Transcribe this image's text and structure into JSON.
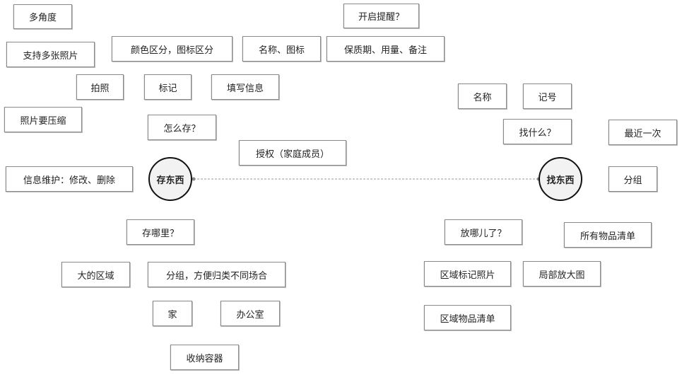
{
  "left_hub": {
    "label": "存东西"
  },
  "right_hub": {
    "label": "找东西"
  },
  "nodes": {
    "multi_angle": "多角度",
    "multi_photo": "支持多张照片",
    "color_icon": "颜色区分，图标区分",
    "name_icon": "名称、图标",
    "reminder": "开启提醒？",
    "shelf_life": "保质期、用量、备注",
    "photo": "拍照",
    "mark": "标记",
    "fill_info": "填写信息",
    "compress": "照片要压缩",
    "how_store": "怎么存？",
    "authorize": "授权（家庭成员）",
    "maintain": "信息维护：修改、删除",
    "where_store": "存哪里？",
    "big_area": "大的区域",
    "group_scene": "分组，方便归类不同场合",
    "home": "家",
    "office": "办公室",
    "container": "收纳容器",
    "name": "名称",
    "code": "记号",
    "find_what": "找什么？",
    "recent": "最近一次",
    "group": "分组",
    "where_put": "放哪儿了？",
    "all_list": "所有物品清单",
    "area_photo": "区域标记照片",
    "zoom": "局部放大图",
    "area_list": "区域物品清单"
  }
}
